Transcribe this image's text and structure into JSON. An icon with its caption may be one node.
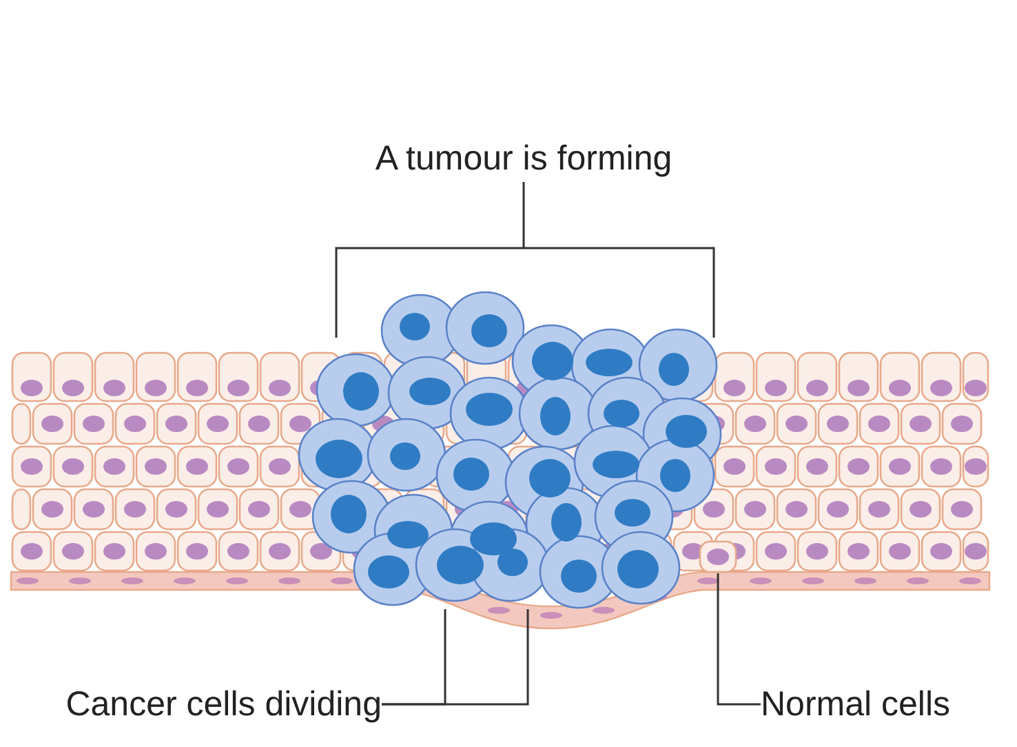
{
  "diagram": {
    "nodes": [
      {
        "text": [
          "A tumour is forming"
        ]
      },
      {
        "text": [],
        "shape": "picture"
      },
      {
        "text": [
          "Cancer cells dividing"
        ]
      },
      {
        "text": [
          "Normal cells"
        ]
      },
      {
        "text": [],
        "shape": "picture"
      }
    ],
    "edges": [
      {
        "from": 0,
        "to": 1,
        "arrow": "none"
      },
      {
        "from": 2,
        "to": 1,
        "arrow": "none"
      },
      {
        "from": 2,
        "to": 1,
        "arrow": "none"
      },
      {
        "from": 3,
        "to": 4,
        "arrow": "none"
      }
    ]
  }
}
